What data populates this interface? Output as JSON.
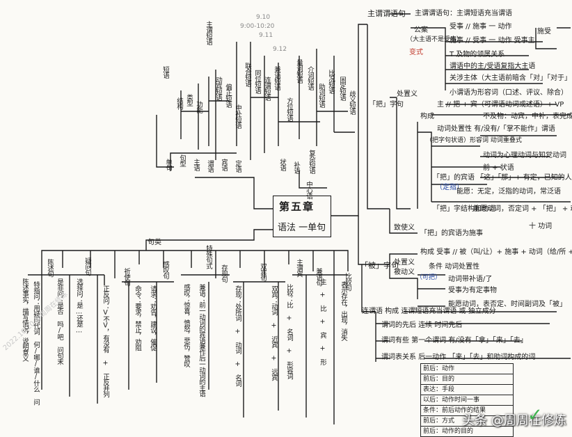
{
  "center": {
    "title": "第五章",
    "subtitle": "语法 一单句"
  },
  "pencil_notes": [
    "9.10",
    "9:00-10:20",
    "9.11",
    "9.12"
  ],
  "top_left": {
    "items": [
      "短语",
      "结构",
      "类型",
      "功能",
      "主谓短语",
      "动宾短语",
      "偏正短语",
      "中补短语",
      "联合短语",
      "同位短语",
      "连谓短语",
      "兼语短语",
      "方位短语",
      "量词短语",
      "介词短语",
      "助词短语",
      "比况短语",
      "固定短语",
      "歧义短语",
      "复杂短语"
    ],
    "bottom": [
      "单句",
      "句型",
      "主语",
      "谓语",
      "宾语",
      "定语",
      "状语",
      "补语",
      "中心语"
    ]
  },
  "right_top": {
    "root": "主谓谓语句",
    "lines": [
      "主谓谓语句：主谓短语充当谓语",
      "受事 // 施事 一 动作",
      "施事 // 受事 一 动作  受事主",
      "T 及物的领属关系",
      "谓语中的主/受语复指大主语",
      "关涉主体（大主语前暗含「对」「对于」「关于」）",
      "小谓语为形容词（口述、评议、除合）",
      "主 // 把 + 宾（可谓语动词或述语）+ VP",
      "不及物：动宾，中补，表完成",
      "动词处置性  有/没有/「掌不能作」谓语",
      "（把字句状语）形容词  动词重叠式",
      "动词为心理动词与知觉动词",
      "前 + 状语",
      "「把」的宾语  「这」「那」+ 有定，已知的人/事物",
      "（定指）",
      "能愿：无定，泛指的动词，常泛语",
      "「把」字结构和动词",
      "能愿动词，否定词 + 「把」 + 动词",
      "十 功词"
    ],
    "labels": [
      "公案",
      "（大主语不是受事）",
      "变式",
      "施受",
      "「把」字句",
      "处置义",
      "构成",
      "致使义",
      "「把」的宾语为施事"
    ]
  },
  "right_mid": {
    "root": "「被」字句",
    "lines": [
      "构成  受事 // 被（叫/让）+ 施事 + 动词（给/所 + 动）",
      "条件  动词处置性",
      "动词带补语/了",
      "受事为有定事物",
      "能愿动词，表否定、时间副词及「被」",
      "连谓语  构成  连谓短语充当谓语 或 独立成分",
      "谓词的先后  连续 时间先后",
      "谓词有些  第一个谓词 有/没有「拿」「来」「去」",
      "谓词表关系  后一动作  「来」「去」和助词构成的词"
    ],
    "labels": [
      "处置义",
      "被动义",
      "（可把）"
    ]
  },
  "table_rows": [
    "前后：动作",
    "前后：目的",
    "表达：手段",
    "以后：动作时间一事",
    "条件：前后动作的结果",
    "前后：方式",
    "前后：动作的目的"
  ],
  "bottom_left": {
    "heads": [
      "句类",
      "陈述句",
      "疑问句",
      "祈使句",
      "感叹句",
      "特殊句式",
      "存现句",
      "双宾句",
      "主谓宾",
      "兼语句",
      "比较句"
    ],
    "columns": [
      "陈述事实，描写情况，说明意义",
      "特指问：用疑问代词 何/哪/谁/什么 问",
      "是非问：是否 吗/吧 问句末",
      "选择问：是…还是…",
      "正反问：V不V，有没有 + 正反并列",
      "命令：要求，禁止，劝阻",
      "请求：劝告，建议，催促",
      "感叹：惊喜，愤怒，悲伤，赞叹",
      "兼语：前一动词的宾语兼作后一动词的主语",
      "存现：处所词 + 动词 + 名词",
      "双宾：动词 + 近宾 + 远宾",
      "比较：比 + 名词 + 形容词",
      "主 + 比 + 宾 + 形",
      "表示存在，出现，消失"
    ]
  },
  "stamp_text": "2022.10.20 @周周在修炼",
  "watermark": "头条 @周周在修炼",
  "colors": {
    "ink": "#1a1a1a",
    "paper": "#fbfaf6",
    "blue_ink": "#2347a8",
    "pencil": "#8a8a8a",
    "logo_green": "#3fb24f"
  }
}
